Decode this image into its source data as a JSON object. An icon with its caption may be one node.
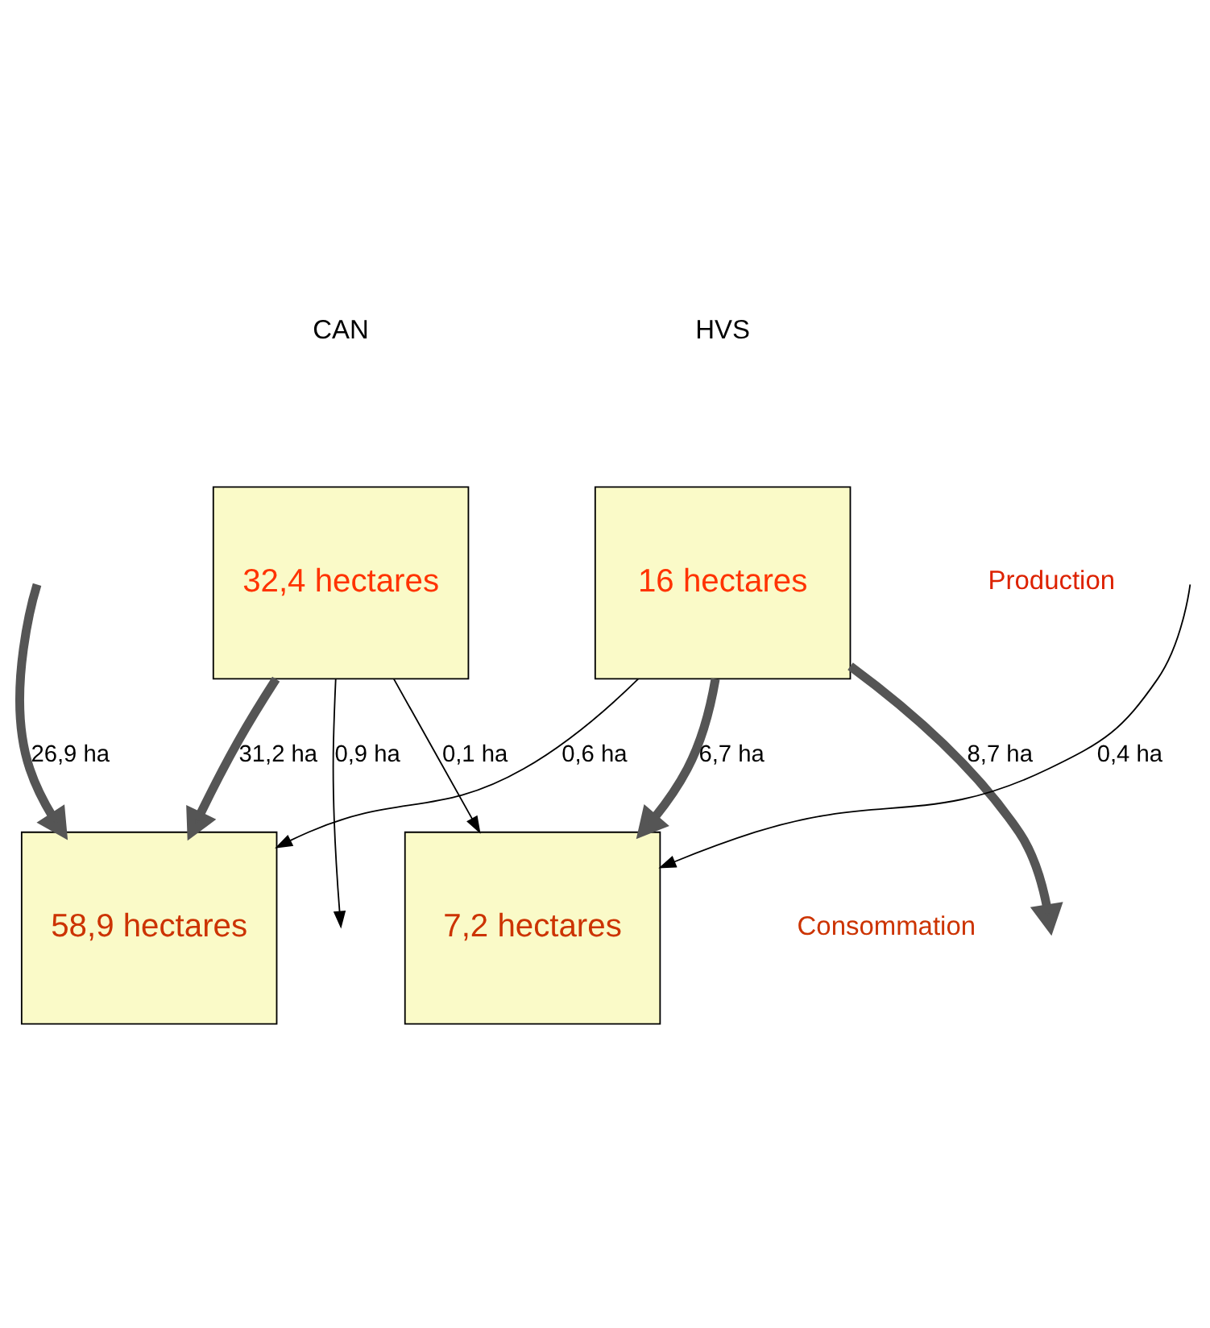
{
  "diagram": {
    "nodes": [
      {
        "text": [
          "32,4 hectares"
        ]
      },
      {
        "text": [
          "16 hectares"
        ]
      },
      {
        "text": [
          "58,9 hectares"
        ]
      },
      {
        "text": [
          "7,2 hectares"
        ]
      }
    ],
    "edges": [
      {
        "from": 0,
        "to": null,
        "arrow": "to",
        "label": "0,9 ha"
      },
      {
        "from": 1,
        "to": null,
        "arrow": "to",
        "label": "8,7 ha",
        "style": "thick",
        "color": "#555555"
      },
      {
        "from": 0,
        "to": 2,
        "arrow": "to",
        "label": "31,2 ha",
        "style": "thick",
        "color": "#555555"
      },
      {
        "from": 0,
        "to": 3,
        "arrow": "to",
        "label": "0,1 ha"
      },
      {
        "from": 1,
        "to": 2,
        "arrow": "to",
        "label": "0,6 ha"
      },
      {
        "from": 1,
        "to": 3,
        "arrow": "to",
        "label": "6,7 ha",
        "style": "thick",
        "color": "#555555"
      },
      {
        "from": null,
        "to": 2,
        "arrow": "to",
        "label": "26,9 ha",
        "style": "thick",
        "color": "#555555"
      },
      {
        "from": null,
        "to": 3,
        "arrow": "to",
        "label": "0,4 ha"
      }
    ],
    "labels": [
      "CAN",
      "HVS",
      "Production",
      "Consommation"
    ]
  }
}
